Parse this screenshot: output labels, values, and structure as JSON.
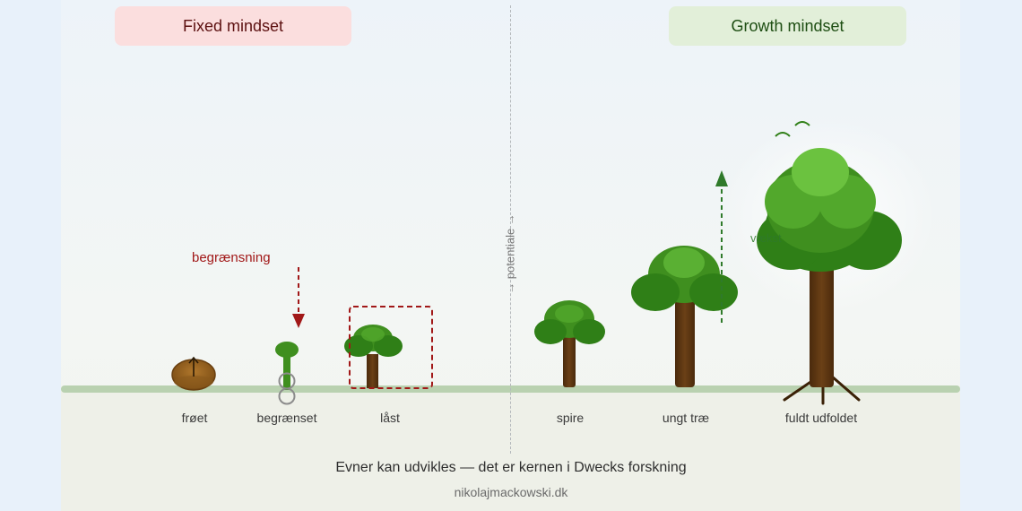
{
  "headers": {
    "fixed": "Fixed mindset",
    "growth": "Growth mindset"
  },
  "stages": {
    "fixed": [
      "frøet",
      "begrænset",
      "låst"
    ],
    "growth": [
      "spire",
      "ungt træ",
      "fuldt udfoldet"
    ]
  },
  "annotations": {
    "constraint": "begrænsning",
    "growth": "vækst",
    "axis": "→ potentiale →"
  },
  "caption": "Evner kan udvikles — det er kernen i Dwecks forskning",
  "credit": "nikolajmackowski.dk",
  "colors": {
    "fixed_header_bg": "#fbdede",
    "growth_header_bg": "#e2efd9",
    "constraint_red": "#a11818",
    "growth_green": "#2f7a2a",
    "trunk_brown": "#5a3512",
    "leaf_green": "#3f8f1f"
  },
  "icons": [
    "seed-icon",
    "restricted-sprout-icon",
    "locked-tree-icon",
    "sprout-icon",
    "young-tree-icon",
    "grown-tree-icon",
    "down-arrow-icon",
    "up-arrow-icon",
    "bird-icon"
  ]
}
